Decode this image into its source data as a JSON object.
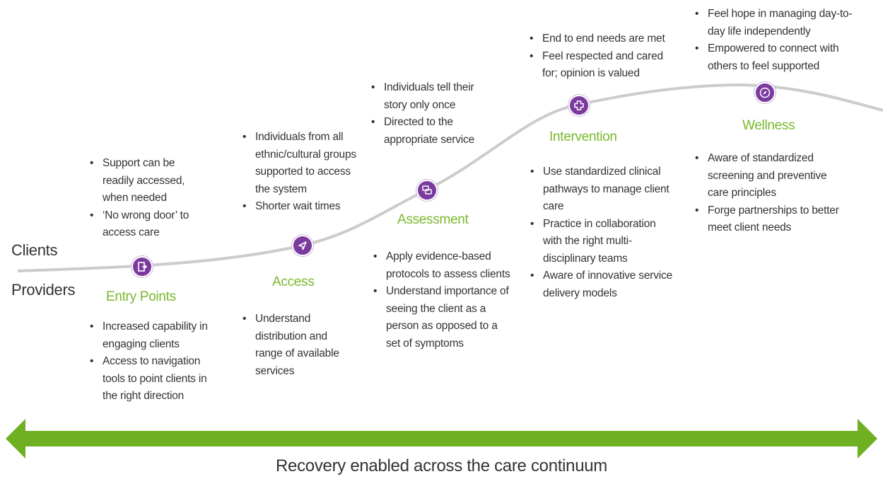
{
  "diagram": {
    "side_labels": {
      "top": "Clients",
      "bottom": "Providers"
    },
    "colors": {
      "node": "#7b3a9e",
      "title": "#7ab82c",
      "arrow": "#6fb023",
      "curve": "#cccccc"
    },
    "footer": "Recovery enabled across the care continuum",
    "stages": [
      {
        "name": "Entry Points",
        "icon": "exit-door-icon",
        "clients": [
          "Support can be readily accessed, when needed",
          "‘No wrong door’ to access care"
        ],
        "providers": [
          "Increased capability in engaging clients",
          "Access to navigation tools to point clients in the right direction"
        ]
      },
      {
        "name": "Access",
        "icon": "navigation-arrow-icon",
        "clients": [
          "Individuals from all ethnic/cultural groups supported to access the system",
          "Shorter wait times"
        ],
        "providers": [
          "Understand distribution and range of available services"
        ]
      },
      {
        "name": "Assessment",
        "icon": "chat-bubbles-icon",
        "clients": [
          "Individuals tell their story only once",
          "Directed to the appropriate service"
        ],
        "providers": [
          "Apply evidence-based protocols to assess clients",
          "Understand importance of seeing the client as a person as opposed to a set of symptoms"
        ]
      },
      {
        "name": "Intervention",
        "icon": "medical-cross-icon",
        "clients": [
          "End to end needs are met",
          "Feel respected and cared for; opinion is valued"
        ],
        "providers": [
          "Use standardized clinical pathways to manage client care",
          "Practice in collaboration with the right multi-disciplinary teams",
          "Aware of innovative service delivery models"
        ]
      },
      {
        "name": "Wellness",
        "icon": "compass-icon",
        "clients": [
          "Feel hope in managing day-to-day life independently",
          "Empowered to connect with others to feel supported"
        ],
        "providers": [
          "Aware of standardized screening and preventive care principles",
          "Forge partnerships to better meet client needs"
        ]
      }
    ]
  }
}
